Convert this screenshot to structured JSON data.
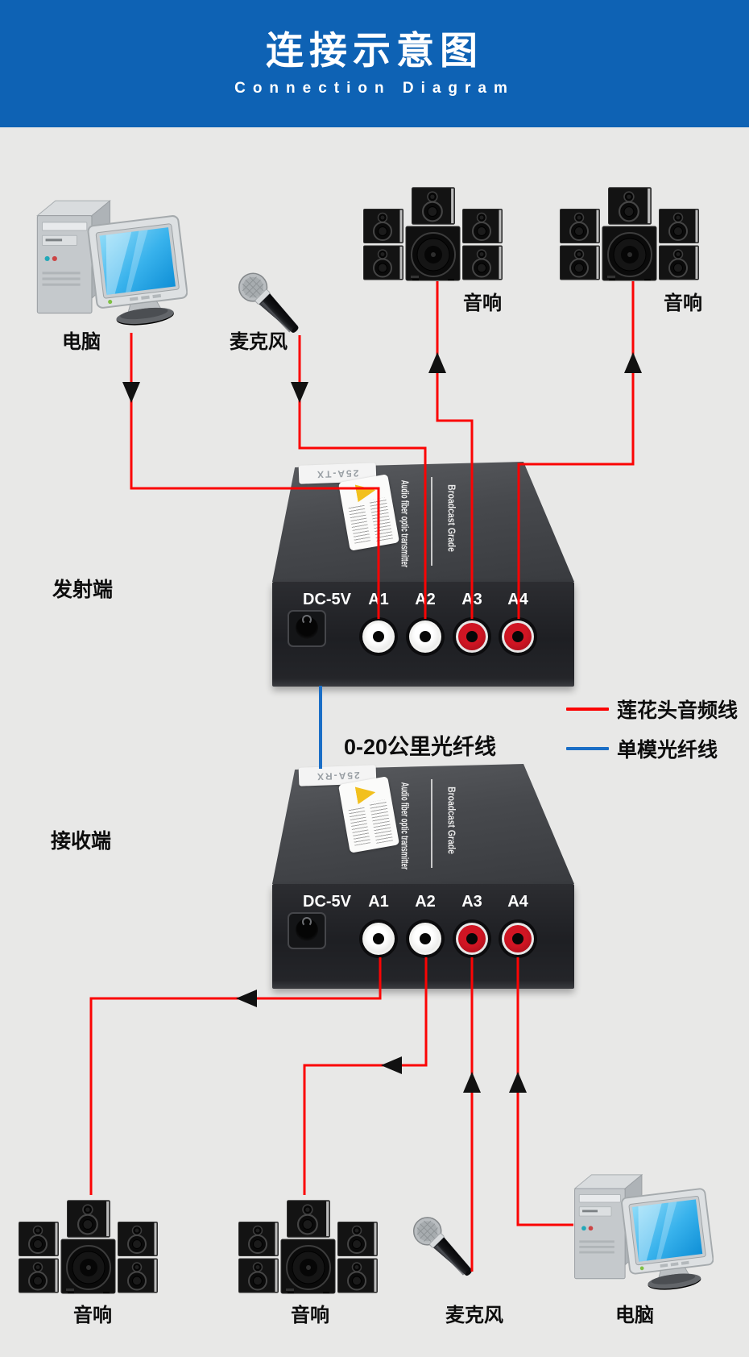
{
  "header": {
    "title": "连接示意图",
    "subtitle": "Connection Diagram"
  },
  "sections": {
    "transmitter_label": "发射端",
    "receiver_label": "接收端"
  },
  "fiber_note": "0-20公里光纤线",
  "legend": {
    "audio": {
      "label": "莲花头音频线",
      "color": "#fb0404"
    },
    "fiber": {
      "label": "单模光纤线",
      "color": "#1a6ec6"
    }
  },
  "devices": {
    "transmitter": {
      "badge": "25A-TX",
      "side_text": "Audio fiber optic transmitter",
      "grade_text": "Broadcast Grade",
      "power_label": "DC-5V",
      "ports": [
        "A1",
        "A2",
        "A3",
        "A4"
      ]
    },
    "receiver": {
      "badge": "25A-RX",
      "side_text": "Audio fiber optic transmitter",
      "grade_text": "Broadcast Grade",
      "power_label": "DC-5V",
      "ports": [
        "A1",
        "A2",
        "A3",
        "A4"
      ]
    }
  },
  "nodes": {
    "top": {
      "computer": "电脑",
      "microphone": "麦克风",
      "speaker1": "音响",
      "speaker2": "音响"
    },
    "bottom": {
      "speaker1": "音响",
      "speaker2": "音响",
      "microphone": "麦克风",
      "computer": "电脑"
    }
  },
  "colors": {
    "header_bg": "#0e62b4",
    "background": "#e8e8e7",
    "audio_line": "#fb0404",
    "fiber_line": "#1a6ec6",
    "arrow": "#111111"
  }
}
